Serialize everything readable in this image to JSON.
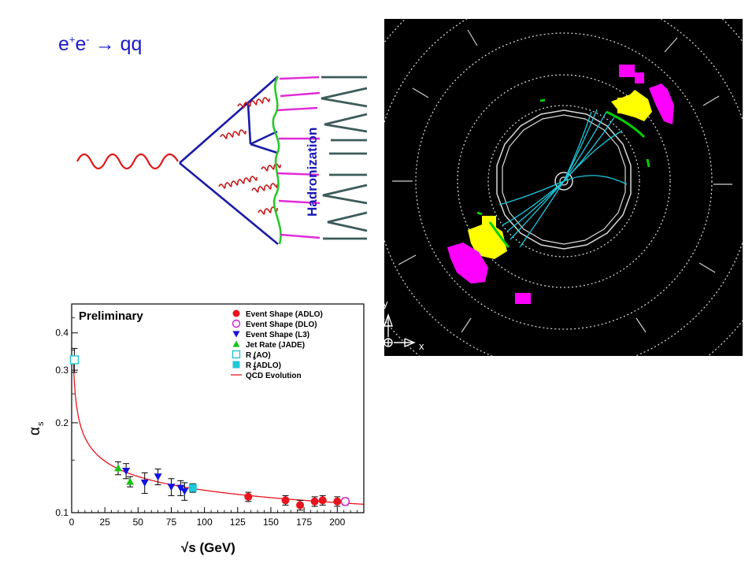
{
  "reaction": {
    "lhs": "e",
    "sup1": "+",
    "mid": "e",
    "sup2": "-",
    "rhs": " → qq"
  },
  "feynman": {
    "label": "Hadronization"
  },
  "event_display": {
    "axis_y": "y",
    "axis_x": "x",
    "colors": {
      "background": "#000000",
      "tracks": "#19c8dc",
      "ecal": "#ffff00",
      "hcal": "#ff00ff",
      "chamber": "#00d000"
    }
  },
  "chart_data": {
    "type": "scatter",
    "title": "Preliminary",
    "xlabel": "√s  (GeV)",
    "ylabel": "α",
    "ylabel_sub": "s",
    "xlim": [
      0,
      220
    ],
    "ylim": [
      0.1,
      0.5
    ],
    "yscale": "log",
    "x_ticks": [
      0,
      25,
      50,
      75,
      100,
      125,
      150,
      175,
      200
    ],
    "y_ticks": [
      0.1,
      0.2,
      0.3,
      0.4
    ],
    "y_tick_labels": [
      "0.1",
      "0.2",
      "0.3",
      "0.4"
    ],
    "legend_position": "top-right",
    "series": [
      {
        "name": "Event Shape (ADLO)",
        "marker": "circle-filled",
        "color": "#e8141e",
        "points": [
          [
            133,
            0.113
          ],
          [
            161,
            0.11
          ],
          [
            172,
            0.106
          ],
          [
            183,
            0.109
          ],
          [
            189,
            0.11
          ],
          [
            200,
            0.109
          ]
        ],
        "err": [
          0.004,
          0.004,
          0.004,
          0.004,
          0.004,
          0.004
        ]
      },
      {
        "name": "Event Shape (DLO)",
        "marker": "circle-open",
        "color": "#d11ad1",
        "points": [
          [
            206,
            0.109
          ]
        ],
        "err": [
          0.003
        ]
      },
      {
        "name": "Event Shape (L3)",
        "marker": "triangle-down",
        "color": "#1212e0",
        "points": [
          [
            41,
            0.138
          ],
          [
            55,
            0.126
          ],
          [
            65,
            0.132
          ],
          [
            75,
            0.122
          ],
          [
            82,
            0.121
          ],
          [
            85,
            0.118
          ]
        ],
        "err": [
          0.008,
          0.01,
          0.008,
          0.008,
          0.007,
          0.008
        ]
      },
      {
        "name": "Jet Rate (JADE)",
        "marker": "triangle-up",
        "color": "#17c417",
        "points": [
          [
            35,
            0.141
          ],
          [
            44,
            0.127
          ]
        ],
        "err": [
          0.007,
          0.005
        ]
      },
      {
        "name": "R  (AO)",
        "marker": "square-open",
        "color": "#1ec8d8",
        "points": [
          [
            2,
            0.325
          ]
        ],
        "err": [
          0.03
        ]
      },
      {
        "name": "R  (ADLO)",
        "marker": "square-filled",
        "color": "#1ec8d8",
        "points": [
          [
            91.2,
            0.121
          ]
        ],
        "err": [
          0.004
        ]
      }
    ],
    "curve": {
      "name": "QCD Evolution",
      "color": "#e8141e"
    },
    "legend_subs": [
      "",
      "",
      "",
      "",
      "τ",
      "Z"
    ]
  }
}
